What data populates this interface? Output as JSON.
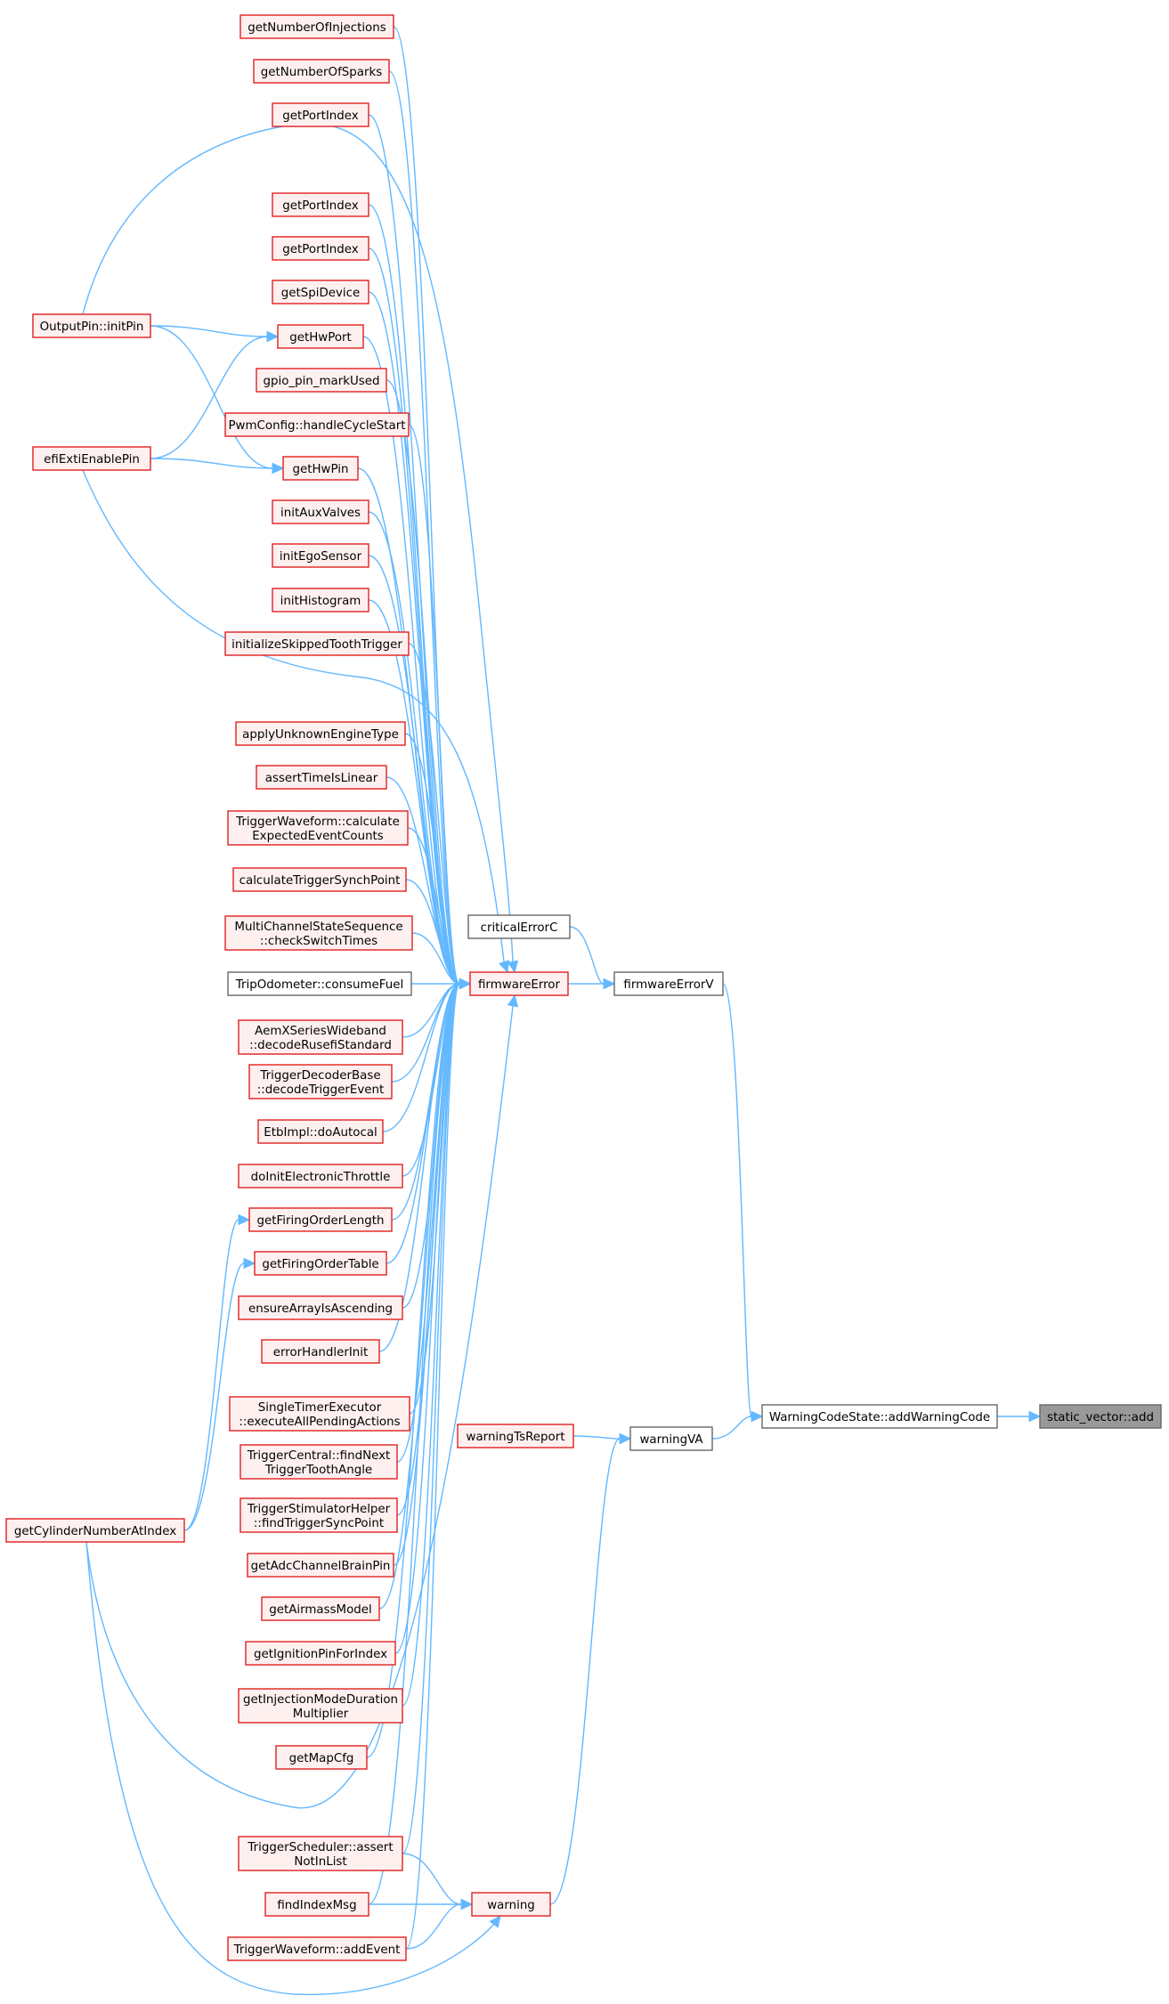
{
  "nodes": [
    {
      "id": "n1",
      "lines": [
        "getNumberOfInjections"
      ],
      "style": "red"
    },
    {
      "id": "n2",
      "lines": [
        "getNumberOfSparks"
      ],
      "style": "red"
    },
    {
      "id": "n3",
      "lines": [
        "getPortIndex"
      ],
      "style": "red"
    },
    {
      "id": "n4",
      "lines": [
        "getPortIndex"
      ],
      "style": "red"
    },
    {
      "id": "n5",
      "lines": [
        "getPortIndex"
      ],
      "style": "red"
    },
    {
      "id": "n6",
      "lines": [
        "getSpiDevice"
      ],
      "style": "red"
    },
    {
      "id": "n7",
      "lines": [
        "getHwPort"
      ],
      "style": "red"
    },
    {
      "id": "n8",
      "lines": [
        "gpio_pin_markUsed"
      ],
      "style": "red"
    },
    {
      "id": "n9",
      "lines": [
        "PwmConfig::handleCycleStart"
      ],
      "style": "red"
    },
    {
      "id": "n10",
      "lines": [
        "getHwPin"
      ],
      "style": "red"
    },
    {
      "id": "n11",
      "lines": [
        "initAuxValves"
      ],
      "style": "red"
    },
    {
      "id": "n12",
      "lines": [
        "initEgoSensor"
      ],
      "style": "red"
    },
    {
      "id": "n13",
      "lines": [
        "initHistogram"
      ],
      "style": "red"
    },
    {
      "id": "n14",
      "lines": [
        "initializeSkippedToothTrigger"
      ],
      "style": "red"
    },
    {
      "id": "n15",
      "lines": [
        "applyUnknownEngineType"
      ],
      "style": "red"
    },
    {
      "id": "n16",
      "lines": [
        "assertTimeIsLinear"
      ],
      "style": "red"
    },
    {
      "id": "n17",
      "lines": [
        "TriggerWaveform::calculate",
        "ExpectedEventCounts"
      ],
      "style": "red"
    },
    {
      "id": "n18",
      "lines": [
        "calculateTriggerSynchPoint"
      ],
      "style": "red"
    },
    {
      "id": "n19",
      "lines": [
        "MultiChannelStateSequence",
        "::checkSwitchTimes"
      ],
      "style": "red"
    },
    {
      "id": "n20",
      "lines": [
        "TripOdometer::consumeFuel"
      ],
      "style": "plain"
    },
    {
      "id": "n21",
      "lines": [
        "AemXSeriesWideband",
        "::decodeRusefiStandard"
      ],
      "style": "red"
    },
    {
      "id": "n22",
      "lines": [
        "TriggerDecoderBase",
        "::decodeTriggerEvent"
      ],
      "style": "red"
    },
    {
      "id": "n23",
      "lines": [
        "EtbImpl::doAutocal"
      ],
      "style": "red"
    },
    {
      "id": "n24",
      "lines": [
        "doInitElectronicThrottle"
      ],
      "style": "red"
    },
    {
      "id": "n25",
      "lines": [
        "getFiringOrderLength"
      ],
      "style": "red"
    },
    {
      "id": "n26",
      "lines": [
        "getFiringOrderTable"
      ],
      "style": "red"
    },
    {
      "id": "n27",
      "lines": [
        "ensureArrayIsAscending"
      ],
      "style": "red"
    },
    {
      "id": "n28",
      "lines": [
        "errorHandlerInit"
      ],
      "style": "red"
    },
    {
      "id": "n29",
      "lines": [
        "SingleTimerExecutor",
        "::executeAllPendingActions"
      ],
      "style": "red"
    },
    {
      "id": "n30",
      "lines": [
        "TriggerCentral::findNext",
        "TriggerToothAngle"
      ],
      "style": "red"
    },
    {
      "id": "n31",
      "lines": [
        "TriggerStimulatorHelper",
        "::findTriggerSyncPoint"
      ],
      "style": "red"
    },
    {
      "id": "n32",
      "lines": [
        "getAdcChannelBrainPin"
      ],
      "style": "red"
    },
    {
      "id": "n33",
      "lines": [
        "getAirmassModel"
      ],
      "style": "red"
    },
    {
      "id": "n34",
      "lines": [
        "getIgnitionPinForIndex"
      ],
      "style": "red"
    },
    {
      "id": "n35",
      "lines": [
        "getInjectionModeDuration",
        "Multiplier"
      ],
      "style": "red"
    },
    {
      "id": "n36",
      "lines": [
        "getMapCfg"
      ],
      "style": "red"
    },
    {
      "id": "n37",
      "lines": [
        "TriggerScheduler::assert",
        "NotInList"
      ],
      "style": "red"
    },
    {
      "id": "n38",
      "lines": [
        "findIndexMsg"
      ],
      "style": "red"
    },
    {
      "id": "n39",
      "lines": [
        "TriggerWaveform::addEvent"
      ],
      "style": "red"
    },
    {
      "id": "oi",
      "lines": [
        "OutputPin::initPin"
      ],
      "style": "red"
    },
    {
      "id": "ef",
      "lines": [
        "efiExtiEnablePin"
      ],
      "style": "red"
    },
    {
      "id": "gc",
      "lines": [
        "getCylinderNumberAtIndex"
      ],
      "style": "red"
    },
    {
      "id": "fe",
      "lines": [
        "firmwareError"
      ],
      "style": "red"
    },
    {
      "id": "cc",
      "lines": [
        "criticalErrorC"
      ],
      "style": "plain"
    },
    {
      "id": "fv",
      "lines": [
        "firmwareErrorV"
      ],
      "style": "plain"
    },
    {
      "id": "wt",
      "lines": [
        "warningTsReport"
      ],
      "style": "red"
    },
    {
      "id": "wv",
      "lines": [
        "warningVA"
      ],
      "style": "plain"
    },
    {
      "id": "wa",
      "lines": [
        "warning"
      ],
      "style": "red"
    },
    {
      "id": "wc",
      "lines": [
        "WarningCodeState::addWarningCode"
      ],
      "style": "plain"
    },
    {
      "id": "sv",
      "lines": [
        "static_vector::add"
      ],
      "style": "root"
    }
  ],
  "edges": [
    [
      "n1",
      "fe"
    ],
    [
      "n2",
      "fe"
    ],
    [
      "n3",
      "fe"
    ],
    [
      "n4",
      "fe"
    ],
    [
      "n5",
      "fe"
    ],
    [
      "n6",
      "fe"
    ],
    [
      "n7",
      "fe"
    ],
    [
      "n8",
      "fe"
    ],
    [
      "n9",
      "fe"
    ],
    [
      "n10",
      "fe"
    ],
    [
      "n11",
      "fe"
    ],
    [
      "n12",
      "fe"
    ],
    [
      "n13",
      "fe"
    ],
    [
      "n14",
      "fe"
    ],
    [
      "n15",
      "fe"
    ],
    [
      "n16",
      "fe"
    ],
    [
      "n17",
      "fe"
    ],
    [
      "n18",
      "fe"
    ],
    [
      "n19",
      "fe"
    ],
    [
      "n20",
      "fe"
    ],
    [
      "n21",
      "fe"
    ],
    [
      "n22",
      "fe"
    ],
    [
      "n23",
      "fe"
    ],
    [
      "n24",
      "fe"
    ],
    [
      "n25",
      "fe"
    ],
    [
      "n26",
      "fe"
    ],
    [
      "n27",
      "fe"
    ],
    [
      "n28",
      "fe"
    ],
    [
      "n29",
      "fe"
    ],
    [
      "n30",
      "fe"
    ],
    [
      "n31",
      "fe"
    ],
    [
      "n32",
      "fe"
    ],
    [
      "n33",
      "fe"
    ],
    [
      "n34",
      "fe"
    ],
    [
      "n35",
      "fe"
    ],
    [
      "n36",
      "fe"
    ],
    [
      "n37",
      "fe"
    ],
    [
      "n38",
      "fe"
    ],
    [
      "n39",
      "fe"
    ],
    [
      "oi",
      "fe"
    ],
    [
      "oi",
      "n7"
    ],
    [
      "oi",
      "n10"
    ],
    [
      "ef",
      "fe"
    ],
    [
      "ef",
      "n7"
    ],
    [
      "ef",
      "n10"
    ],
    [
      "gc",
      "fe"
    ],
    [
      "gc",
      "n25"
    ],
    [
      "gc",
      "n26"
    ],
    [
      "gc",
      "wa"
    ],
    [
      "n37",
      "wa"
    ],
    [
      "n38",
      "wa"
    ],
    [
      "n39",
      "wa"
    ],
    [
      "fe",
      "fv"
    ],
    [
      "cc",
      "fv"
    ],
    [
      "fv",
      "wc"
    ],
    [
      "wt",
      "wv"
    ],
    [
      "wv",
      "wc"
    ],
    [
      "wa",
      "wv"
    ],
    [
      "wc",
      "sv"
    ]
  ]
}
